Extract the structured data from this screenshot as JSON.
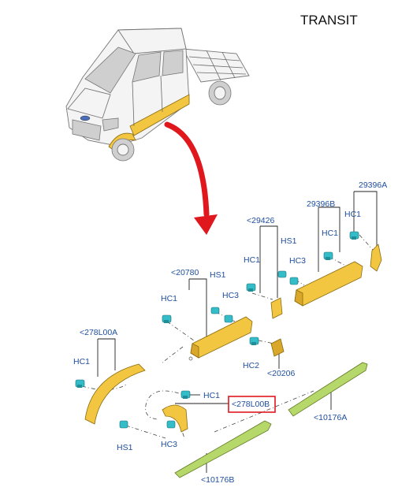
{
  "title": "TRANSIT",
  "labels": {
    "p29396A": "29396A",
    "p29396B": "29396B",
    "p29426": "<29426",
    "p20780": "<20780",
    "p278L00A": "<278L00A",
    "p278L00B": "<278L00B",
    "p20206": "<20206",
    "p10176A": "<10176A",
    "p10176B": "<10176B",
    "hc1_a": "HC1",
    "hc1_b": "HC1",
    "hc1_c": "HC1",
    "hc1_d": "HC1",
    "hc1_e": "HC1",
    "hc1_f": "HC1",
    "hs1_a": "HS1",
    "hs1_b": "HS1",
    "hs1_c": "HS1",
    "hc3_a": "HC3",
    "hc3_b": "HC3",
    "hc3_c": "HC3",
    "hc2": "HC2"
  },
  "colors": {
    "arrow": "#e0181e",
    "highlight": "#e0181e",
    "part_yellow": "#f2c640",
    "part_green": "#b6d86a",
    "clip": "#34bcc8",
    "label": "#1f4fa0"
  },
  "highlighted_part": "<278L00B"
}
